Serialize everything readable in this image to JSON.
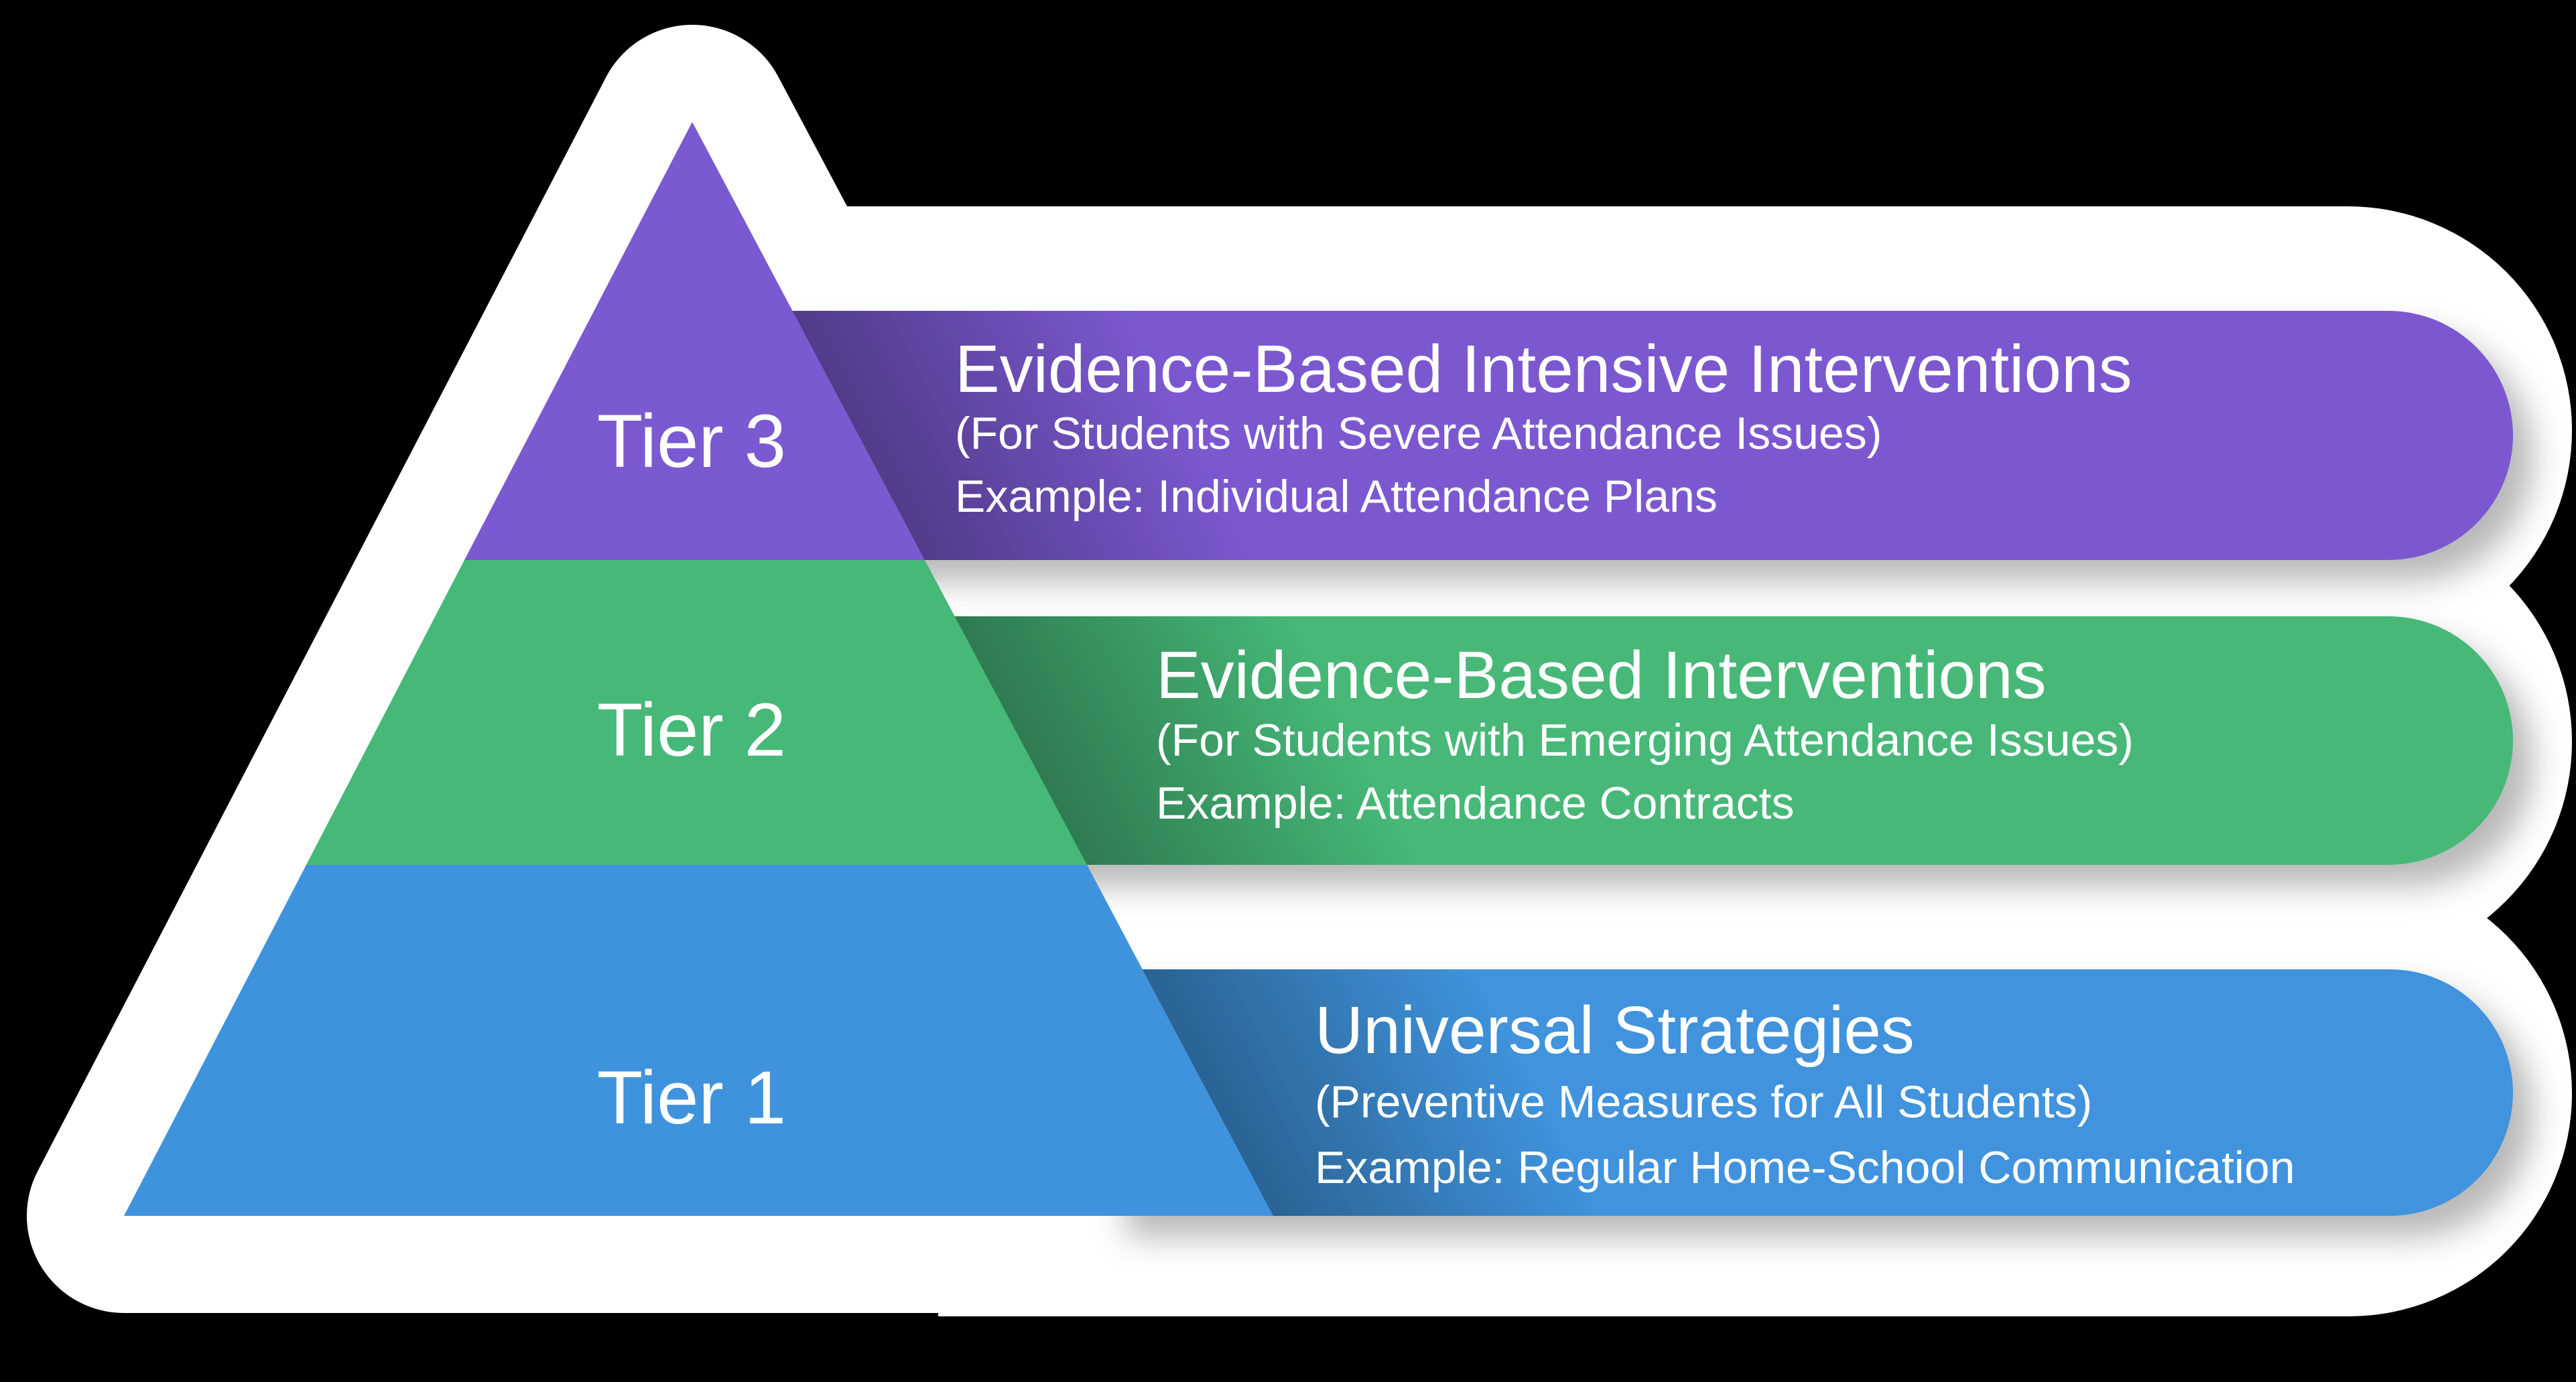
{
  "background_color": "#000000",
  "white_sticker_color": "#ffffff",
  "pyramid": {
    "tiers": [
      {
        "id": "tier-3",
        "label": "Tier 3",
        "color": "#7B59D0",
        "title": "Evidence-Based Intensive Interventions",
        "subtitle": "(For Students with Severe Attendance Issues)",
        "example": "Example: Individual Attendance Plans"
      },
      {
        "id": "tier-2",
        "label": "Tier 2",
        "color": "#46B878",
        "title": "Evidence-Based Interventions",
        "subtitle": "(For Students with Emerging Attendance Issues)",
        "example": "Example: Attendance Contracts"
      },
      {
        "id": "tier-1",
        "label": "Tier 1",
        "color": "#3F93DC",
        "title": "Universal Strategies",
        "subtitle": "(Preventive Measures for All Students)",
        "example": "Example: Regular Home-School Communication"
      }
    ]
  }
}
